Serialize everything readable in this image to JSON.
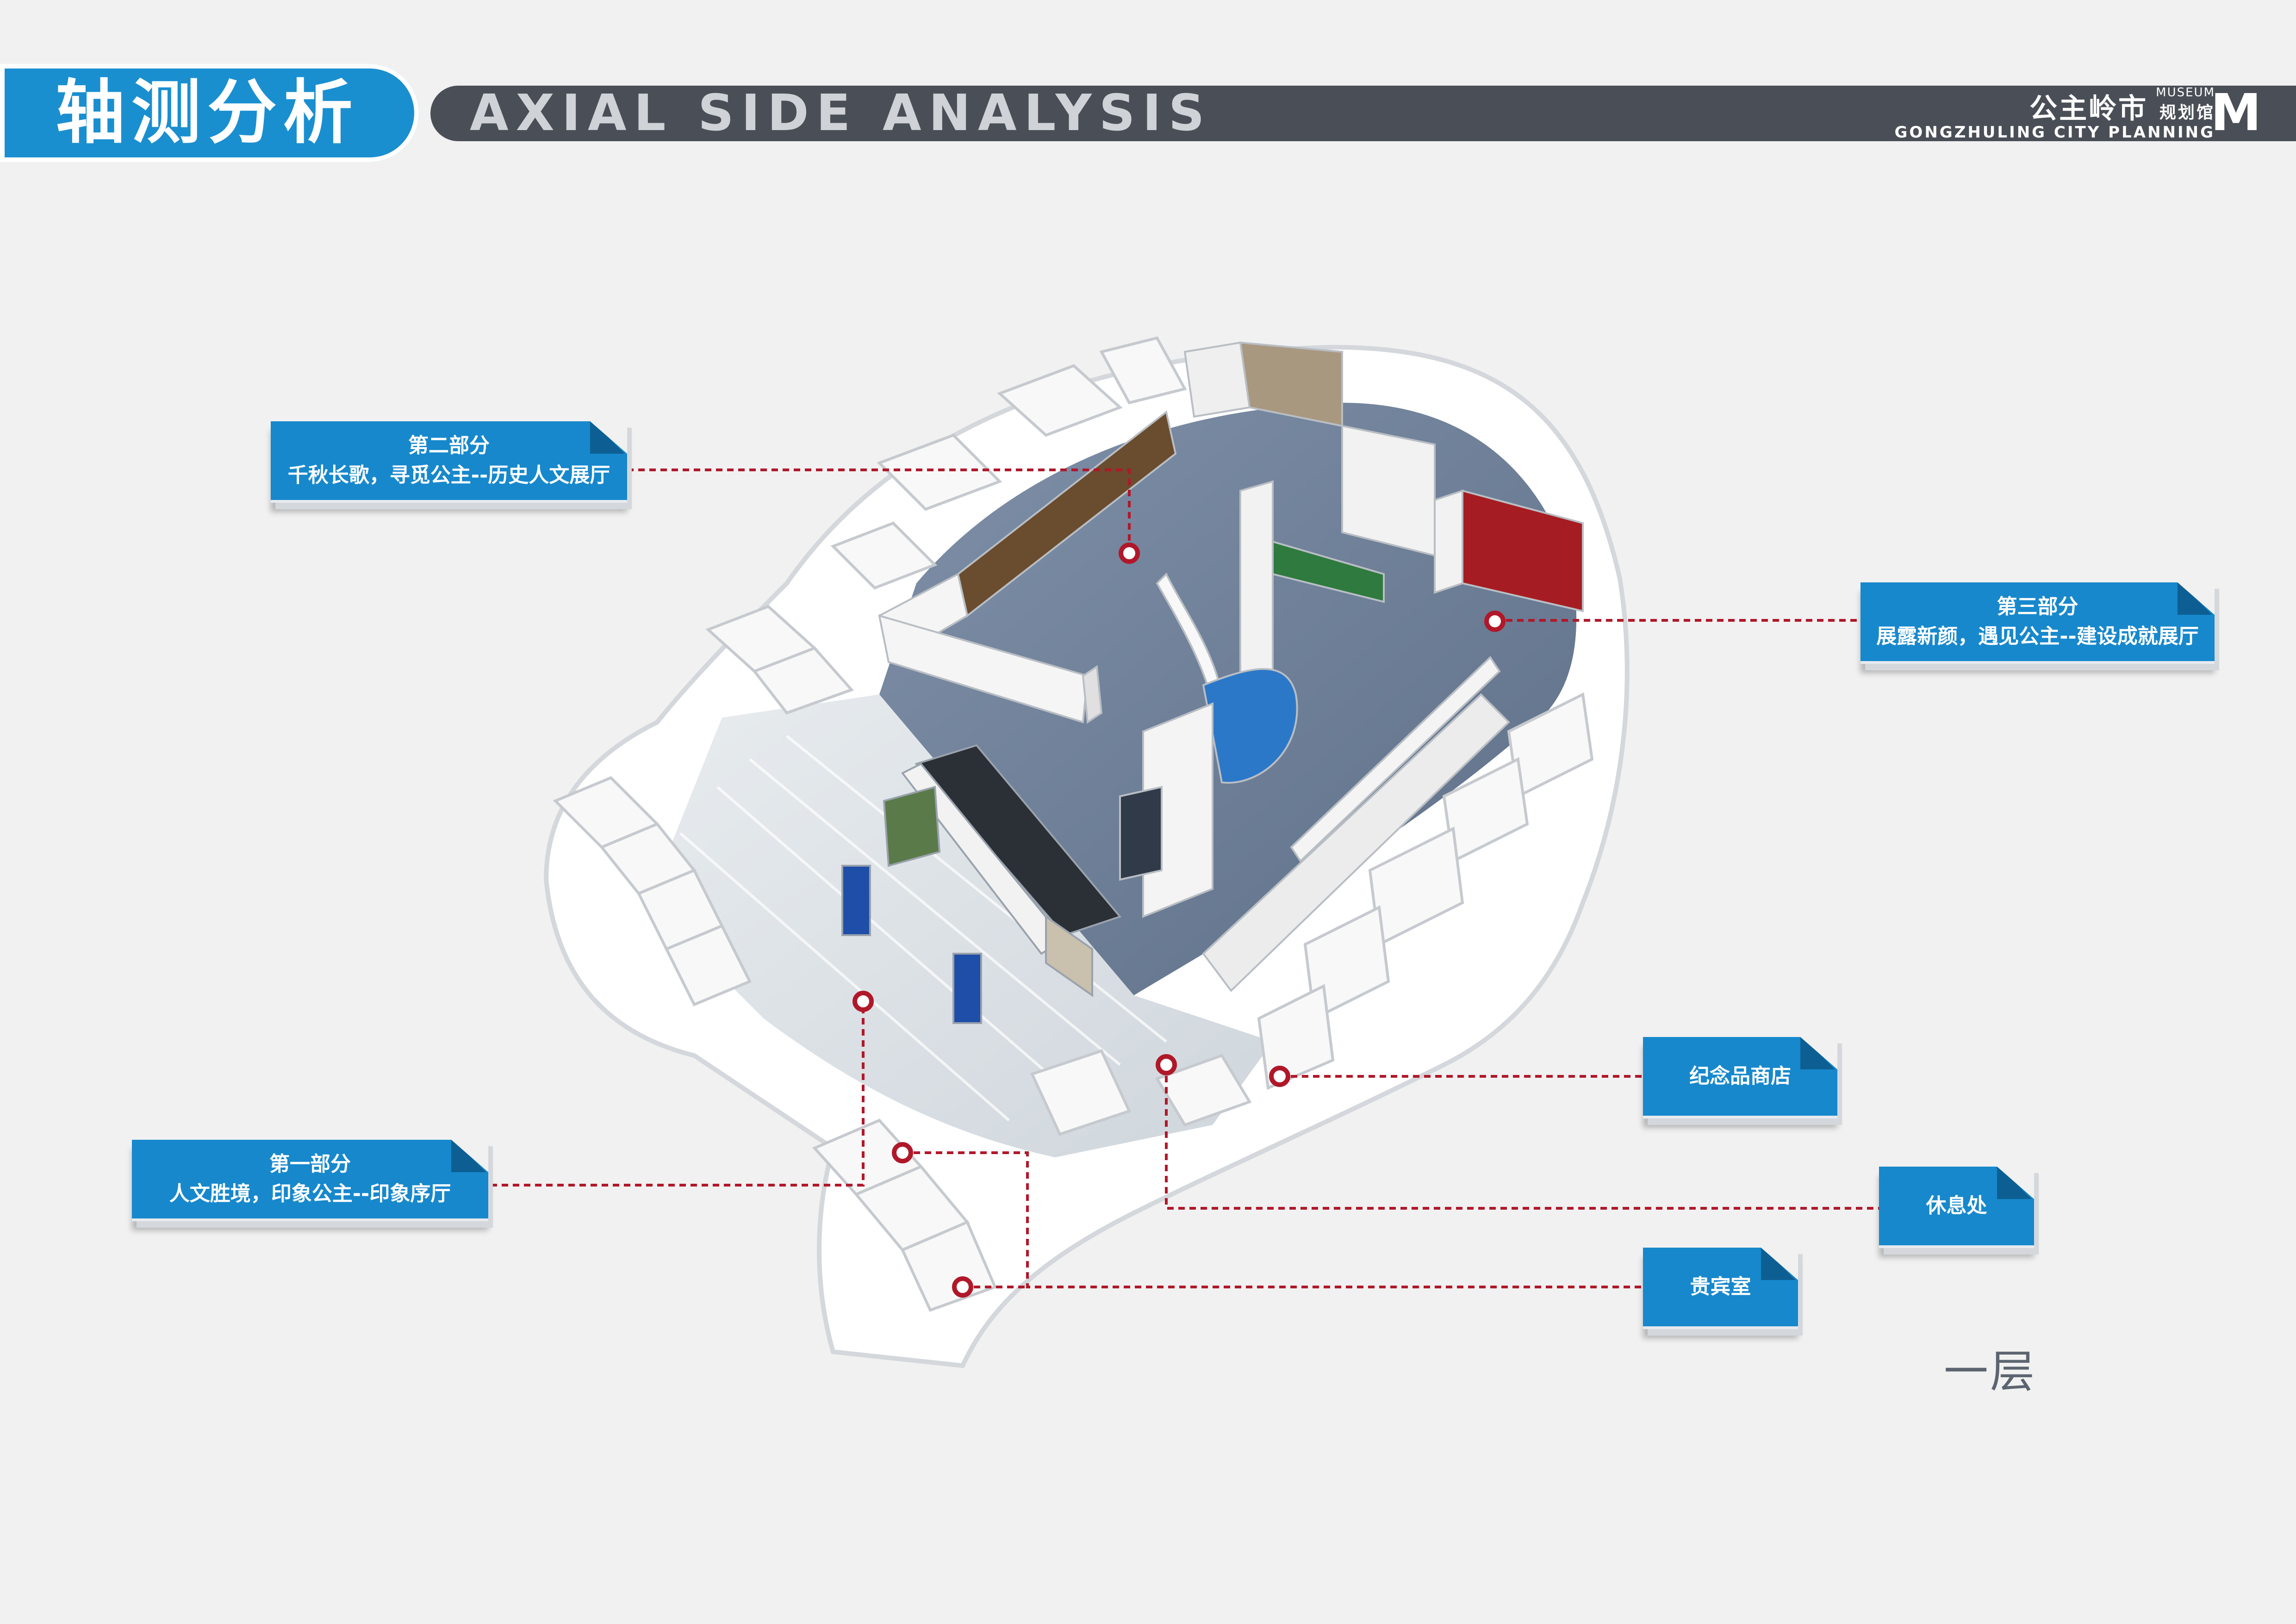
{
  "header": {
    "title_cn": "轴测分析",
    "title_en": "AXIAL SIDE ANALYSIS",
    "brand_cn": "公主岭市",
    "brand_cn_small": "规划馆",
    "brand_museum": "MUSEUM",
    "brand_en": "GONGZHULING CITY PLANNING",
    "brand_letter": "M"
  },
  "labels": {
    "part2": {
      "line1": "第二部分",
      "line2": "千秋长歌，寻觅公主--历史人文展厅"
    },
    "part3": {
      "line1": "第三部分",
      "line2": "展露新颜，遇见公主--建设成就展厅"
    },
    "part1": {
      "line1": "第一部分",
      "line2": "人文胜境，印象公主--印象序厅"
    },
    "shop": {
      "line1": "纪念品商店"
    },
    "rest": {
      "line1": "休息处"
    },
    "vip": {
      "line1": "贵宾室"
    }
  },
  "floor_label": "一层",
  "colors": {
    "accent": "#1788cc",
    "header_bar": "#4a4f57",
    "leader": "#b0182a",
    "floor": "#6f7f96"
  }
}
